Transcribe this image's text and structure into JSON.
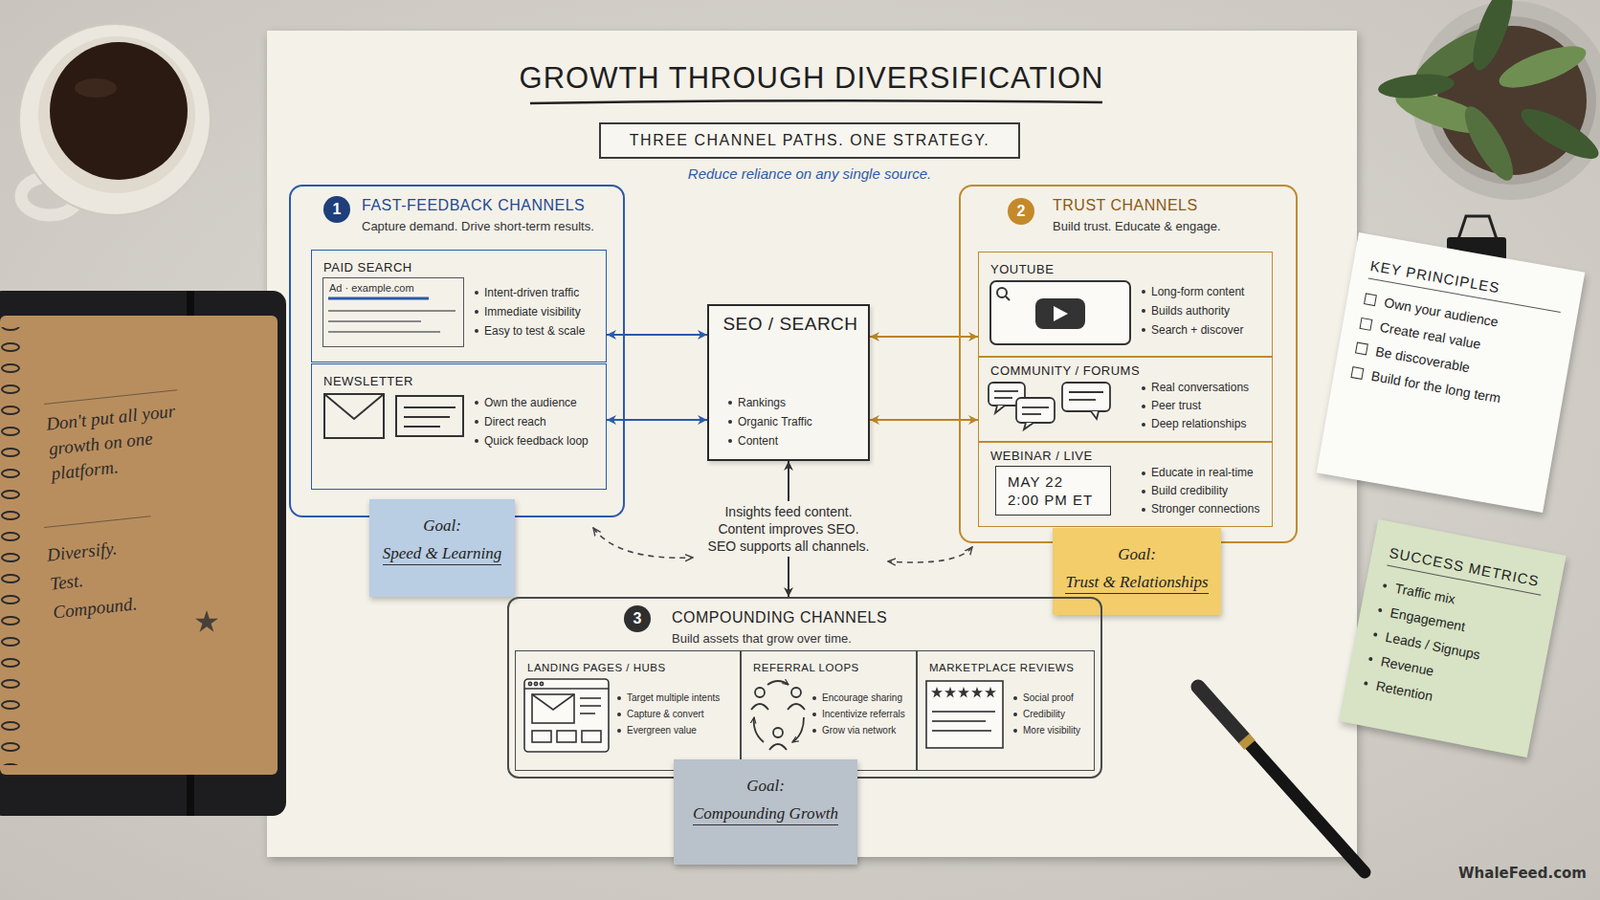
{
  "diagram": {
    "title": "GROWTH THROUGH DIVERSIFICATION",
    "nodes": [
      {
        "text": [
          "THREE CHANNEL PATHS. ONE STRATEGY."
        ]
      },
      {
        "text": [
          "FAST-FEEDBACK CHANNELS",
          "Capture demand. Drive short-term results."
        ]
      },
      {
        "text": [
          "1"
        ],
        "in": 1
      },
      {
        "text": [
          "PAID SEARCH",
          "Intent-driven traffic",
          "Immediate visibility",
          "Easy to test & scale"
        ],
        "in": 1
      },
      {
        "text": [
          "Ad · example.com"
        ],
        "in": 3
      },
      {
        "text": [
          "NEWSLETTER",
          "Own the audience",
          "Direct reach",
          "Quick feedback loop"
        ],
        "in": 1
      },
      {
        "text": [
          "Goal:",
          "Speed & Learning"
        ]
      },
      {
        "text": [
          "SEO / SEARCH",
          "Rankings",
          "Organic Traffic",
          "Content"
        ]
      },
      {
        "text": [
          "TRUST CHANNELS",
          "Build trust. Educate & engage."
        ]
      },
      {
        "text": [
          "2"
        ],
        "in": 8
      },
      {
        "text": [
          "YOUTUBE",
          "Long-form content",
          "Builds authority",
          "Search + discover"
        ],
        "in": 8
      },
      {
        "text": [
          "COMMUNITY / FORUMS",
          "Real conversations",
          "Peer trust",
          "Deep relationships"
        ],
        "in": 8
      },
      {
        "text": [
          "WEBINAR / LIVE",
          "Educate in real-time",
          "Build credibility",
          "Stronger connections"
        ],
        "in": 8
      },
      {
        "text": [
          "MAY 22 2:00 PM ET"
        ],
        "in": 12
      },
      {
        "text": [
          "Goal:",
          "Trust & Relationships"
        ]
      },
      {
        "text": [
          "COMPOUNDING CHANNELS",
          "Build assets that grow over time."
        ]
      },
      {
        "text": [
          "3"
        ],
        "in": 15
      },
      {
        "text": [
          "LANDING PAGES / HUBS",
          "Target multiple intents",
          "Capture & convert",
          "Evergreen value"
        ],
        "in": 15
      },
      {
        "text": [
          "REFERRAL LOOPS",
          "Encourage sharing",
          "Incentivize referrals",
          "Grow via network"
        ],
        "in": 15
      },
      {
        "text": [
          "MARKETPLACE REVIEWS",
          "Social proof",
          "Credibility",
          "More visibility"
        ],
        "in": 15
      },
      {
        "text": [
          "Goal:",
          "Compounding Growth"
        ]
      },
      {
        "text": [
          "Don't put all your growth on one platform.",
          "Diversify. Test. Compound."
        ]
      },
      {
        "text": [
          "KEY PRINCIPLES",
          "Own your audience",
          "Create real value",
          "Be discoverable",
          "Build for the long term"
        ]
      },
      {
        "text": [
          "SUCCESS METRICS",
          "Traffic mix",
          "Engagement",
          "Leads / Signups",
          "Revenue",
          "Retention"
        ]
      }
    ],
    "edges": [
      {
        "from": 7,
        "to": 3,
        "arrow": "both"
      },
      {
        "from": 7,
        "to": 5,
        "arrow": "both"
      },
      {
        "from": 7,
        "to": 10,
        "arrow": "both"
      },
      {
        "from": 7,
        "to": 11,
        "arrow": "both"
      },
      {
        "from": 7,
        "to": 15,
        "arrow": "both",
        "label": "Insights feed content. Content improves SEO. SEO supports all channels."
      }
    ],
    "labels": [
      "Reduce reliance on any single source.",
      "WhaleFeed.com"
    ]
  }
}
